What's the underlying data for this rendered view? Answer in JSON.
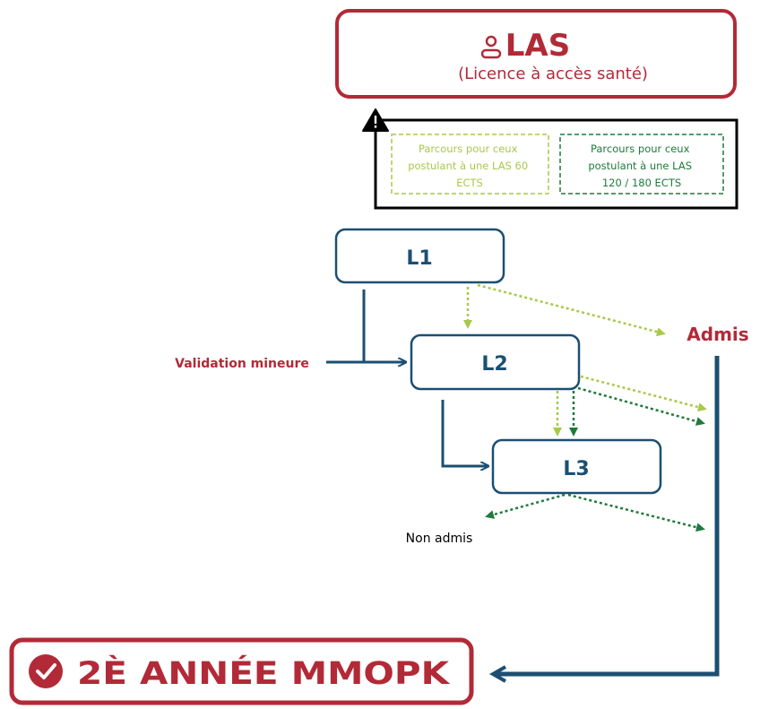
{
  "header": {
    "title": "LAS",
    "subtitle": "(Licence à accès santé)",
    "icon": "person-icon"
  },
  "legend": {
    "icon": "warning-icon",
    "las60": [
      "Parcours pour ceux",
      "postulant à une LAS 60",
      "ECTS"
    ],
    "las120": [
      "Parcours pour ceux",
      "postulant à une LAS",
      "120 / 180 ECTS"
    ]
  },
  "nodes": {
    "l1": "L1",
    "l2": "L2",
    "l3": "L3"
  },
  "labels": {
    "admis": "Admis",
    "validation": "Validation mineure",
    "non_admis": "Non admis"
  },
  "target": {
    "label": "2È ANNÉE MMOPK",
    "icon": "check-circle-icon"
  },
  "colors": {
    "red": "#b22a37",
    "blue": "#1b4f72",
    "light_green": "#a8c94a",
    "dark_green": "#1f7a3c",
    "black": "#000000"
  }
}
